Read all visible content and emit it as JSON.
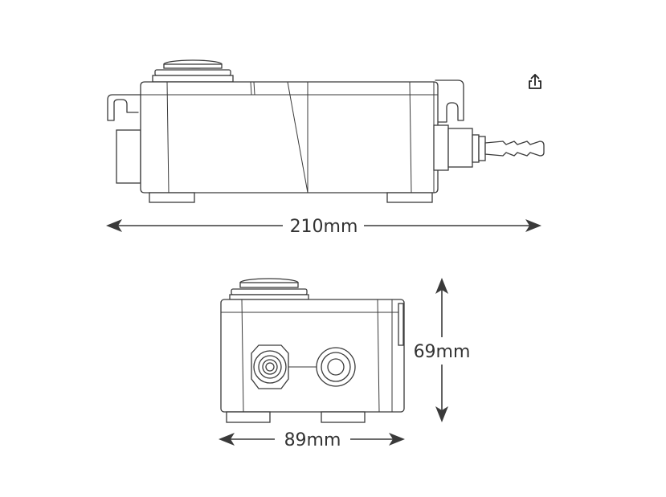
{
  "dimensions": {
    "length": "210mm",
    "width": "89mm",
    "height": "69mm"
  },
  "icons": {
    "share": "share-icon"
  },
  "colors": {
    "line": "#3a3a3a",
    "background": "#ffffff"
  }
}
